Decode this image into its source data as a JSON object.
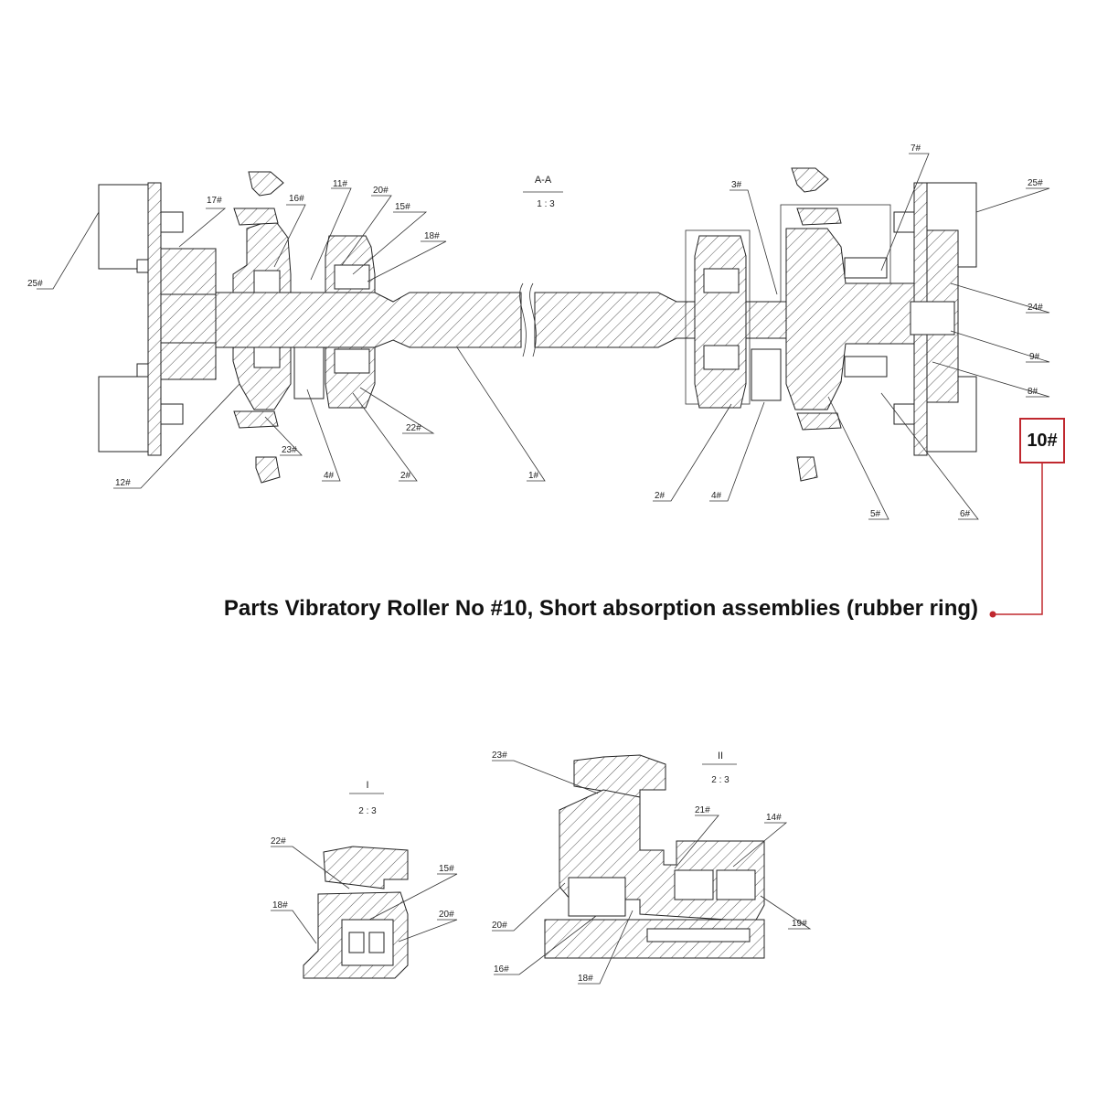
{
  "views": {
    "main": {
      "title": "A-A",
      "scale": "1 : 3"
    },
    "detail_1": {
      "title": "I",
      "scale": "2 : 3"
    },
    "detail_2": {
      "title": "II",
      "scale": "2 : 3"
    }
  },
  "labels": {
    "main": [
      "25#",
      "17#",
      "16#",
      "11#",
      "20#",
      "15#",
      "18#",
      "12#",
      "23#",
      "4#",
      "2#",
      "22#",
      "1#",
      "3#",
      "7#",
      "25#",
      "24#",
      "9#",
      "8#",
      "2#",
      "4#",
      "5#",
      "6#"
    ],
    "detail_1": [
      "22#",
      "15#",
      "18#",
      "20#"
    ],
    "detail_2": [
      "23#",
      "21#",
      "14#",
      "20#",
      "19#",
      "16#",
      "18#"
    ]
  },
  "highlight": {
    "label": "10#",
    "color": "#c0282f"
  },
  "caption": "Parts Vibratory Roller No #10, Short absorption assemblies (rubber ring)"
}
